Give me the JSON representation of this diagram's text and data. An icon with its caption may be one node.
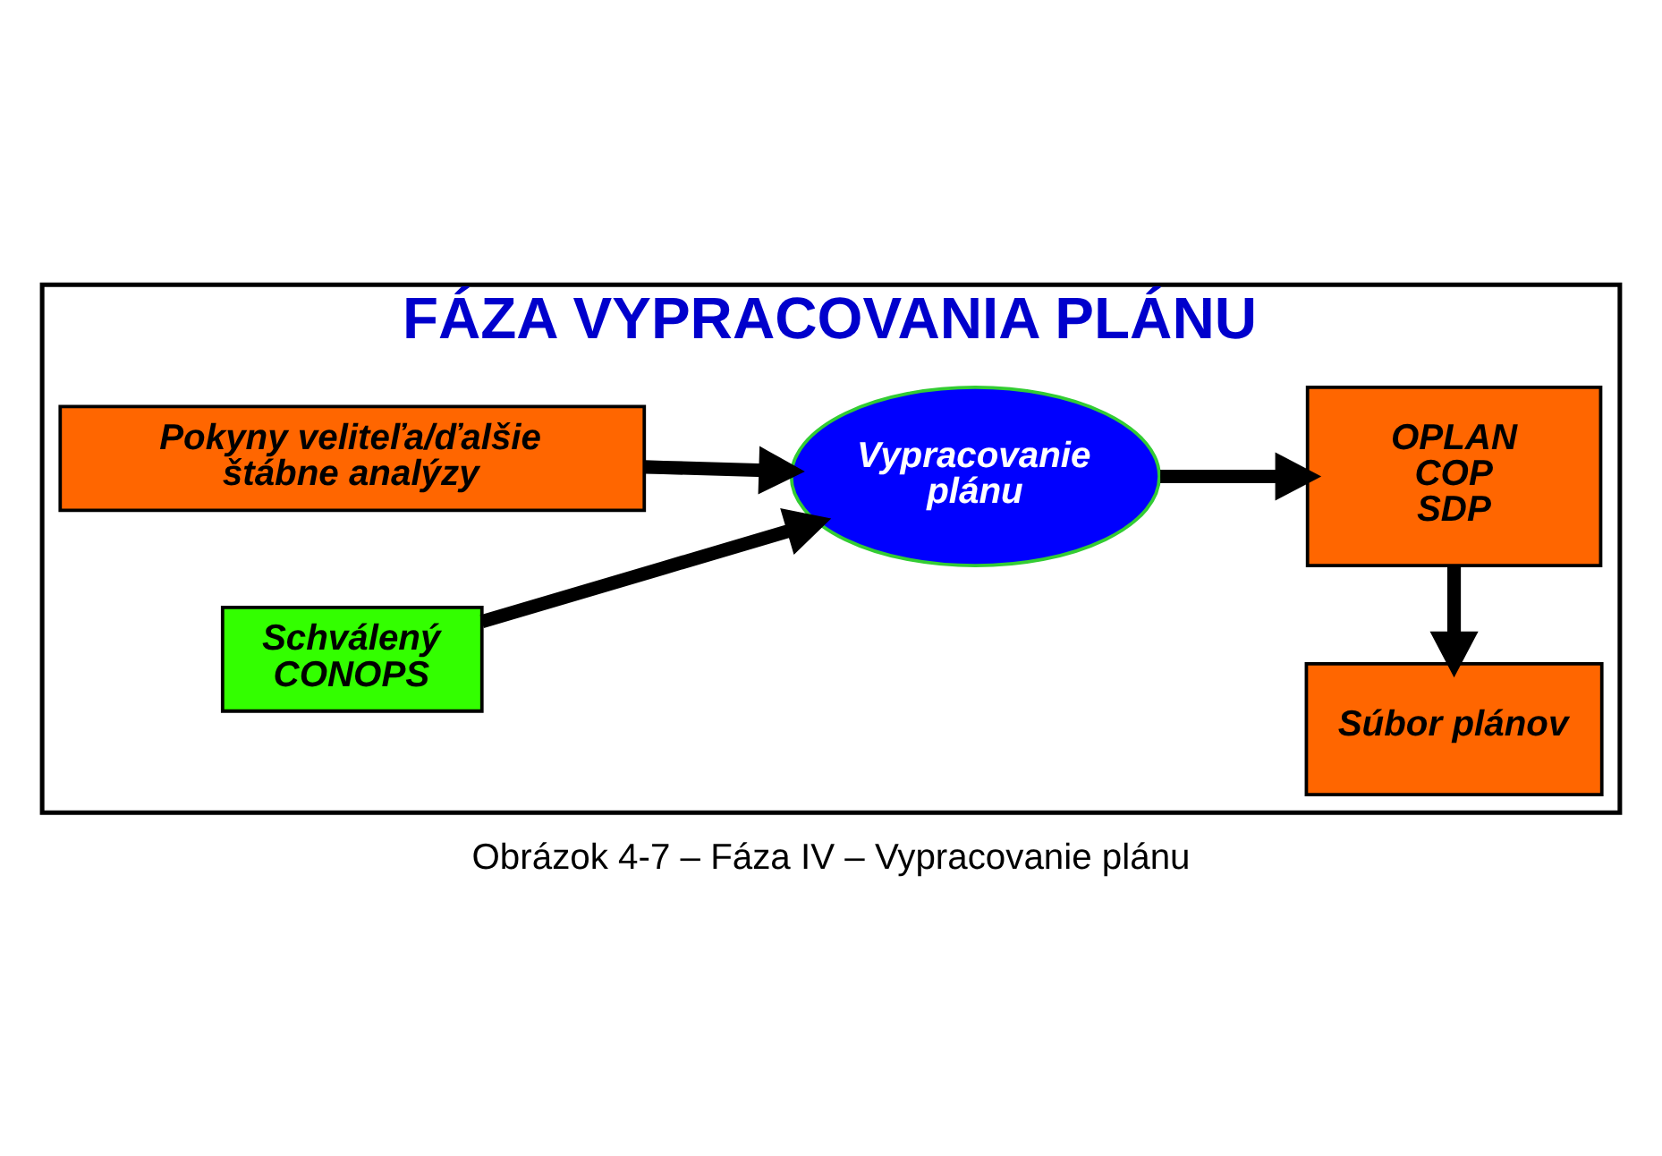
{
  "diagram": {
    "caption": "Obrázok 4-7 – Fáza IV – Vypracovanie plánu",
    "nodes": [
      {
        "text": [
          "FÁZA VYPRACOVANIA PLÁNU"
        ]
      },
      {
        "text": [
          "Pokyny veliteľa/ďalšie štábne analýzy"
        ],
        "in": 0
      },
      {
        "text": [
          "Schválený CONOPS"
        ],
        "in": 0
      },
      {
        "text": [
          "Vypracovanie plánu"
        ],
        "in": 0
      },
      {
        "text": [
          "OPLAN COP SDP"
        ],
        "in": 0
      },
      {
        "text": [
          "Súbor plánov"
        ],
        "in": 0
      }
    ],
    "edges": [
      {
        "from": 1,
        "to": 3,
        "arrow": "to"
      },
      {
        "from": 2,
        "to": 3,
        "arrow": "to"
      },
      {
        "from": 3,
        "to": 4,
        "arrow": "to"
      },
      {
        "from": 4,
        "to": 5,
        "arrow": "to"
      }
    ]
  }
}
